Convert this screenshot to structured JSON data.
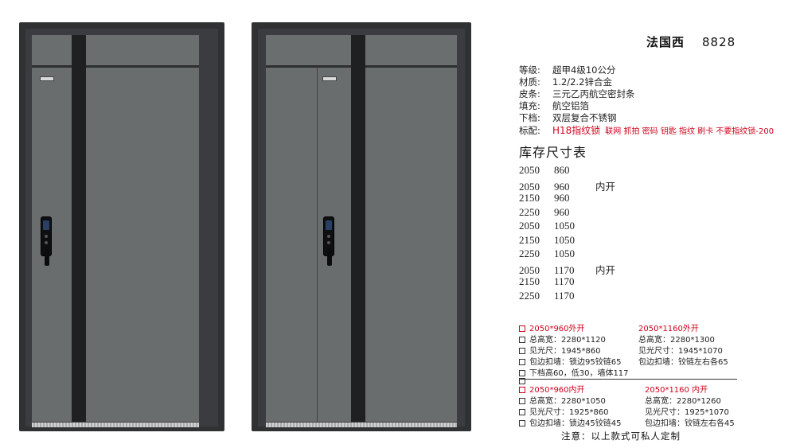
{
  "product": {
    "name": "法国西",
    "model": "8828"
  },
  "specs": [
    {
      "key": "等级:",
      "value": "超甲4级10公分"
    },
    {
      "key": "材质:",
      "value": "1.2/2.2锌合金"
    },
    {
      "key": "皮条:",
      "value": "三元乙丙航空密封条"
    },
    {
      "key": "填充:",
      "value": "航空铝箔"
    },
    {
      "key": "下档:",
      "value": "双层复合不锈钢"
    },
    {
      "key": "标配:",
      "value": "H18指纹锁",
      "extra": "联网 抓拍 密码 钥匙 指纹 刷卡  不要指纹锁-200"
    }
  ],
  "stock": {
    "title": "库存尺寸表",
    "rows": [
      {
        "h": "2050",
        "w": "860",
        "note": ""
      },
      {
        "h": "2050",
        "w": "960",
        "note": "内开"
      },
      {
        "h": "2150",
        "w": "960",
        "note": ""
      },
      {
        "h": "2250",
        "w": "960",
        "note": ""
      },
      {
        "h": "2050",
        "w": "1050",
        "note": ""
      },
      {
        "h": "2150",
        "w": "1050",
        "note": ""
      },
      {
        "h": "2250",
        "w": "1050",
        "note": ""
      },
      {
        "h": "2050",
        "w": "1170",
        "note": "内开"
      },
      {
        "h": "2150",
        "w": "1170",
        "note": ""
      },
      {
        "h": "2250",
        "w": "1170",
        "note": ""
      }
    ]
  },
  "size_blocks": {
    "a": {
      "title": "2050*960外开",
      "lines": [
        "总高宽：2280*1120",
        "见光尺：1945*860",
        "包边扣墙：锁边95铰链65",
        "下档高60，低30，墙体117",
        ""
      ]
    },
    "b": {
      "title": "2050*1160外开",
      "lines": [
        "总高宽：2280*1300",
        "见光尺寸：1945*1070",
        "包边扣墙：铰链左右各65"
      ]
    },
    "c": {
      "title": "2050*960内开",
      "lines": [
        "总高宽：2280*1050",
        "见光尺寸：1925*860",
        "包边扣墙：锁边45铰链45"
      ]
    },
    "d": {
      "title": "2050*1160 内开",
      "lines": [
        "总高宽：2280*1260",
        "见光尺寸：1925*1070",
        "包边扣墙：铰链左右各45"
      ]
    }
  },
  "note": "注意：以上款式可私人定制",
  "colors": {
    "door_panel": "#6a6d6e",
    "frame": "#2f3133",
    "stripe": "#1f2021",
    "accent_red": "#d0021b"
  }
}
